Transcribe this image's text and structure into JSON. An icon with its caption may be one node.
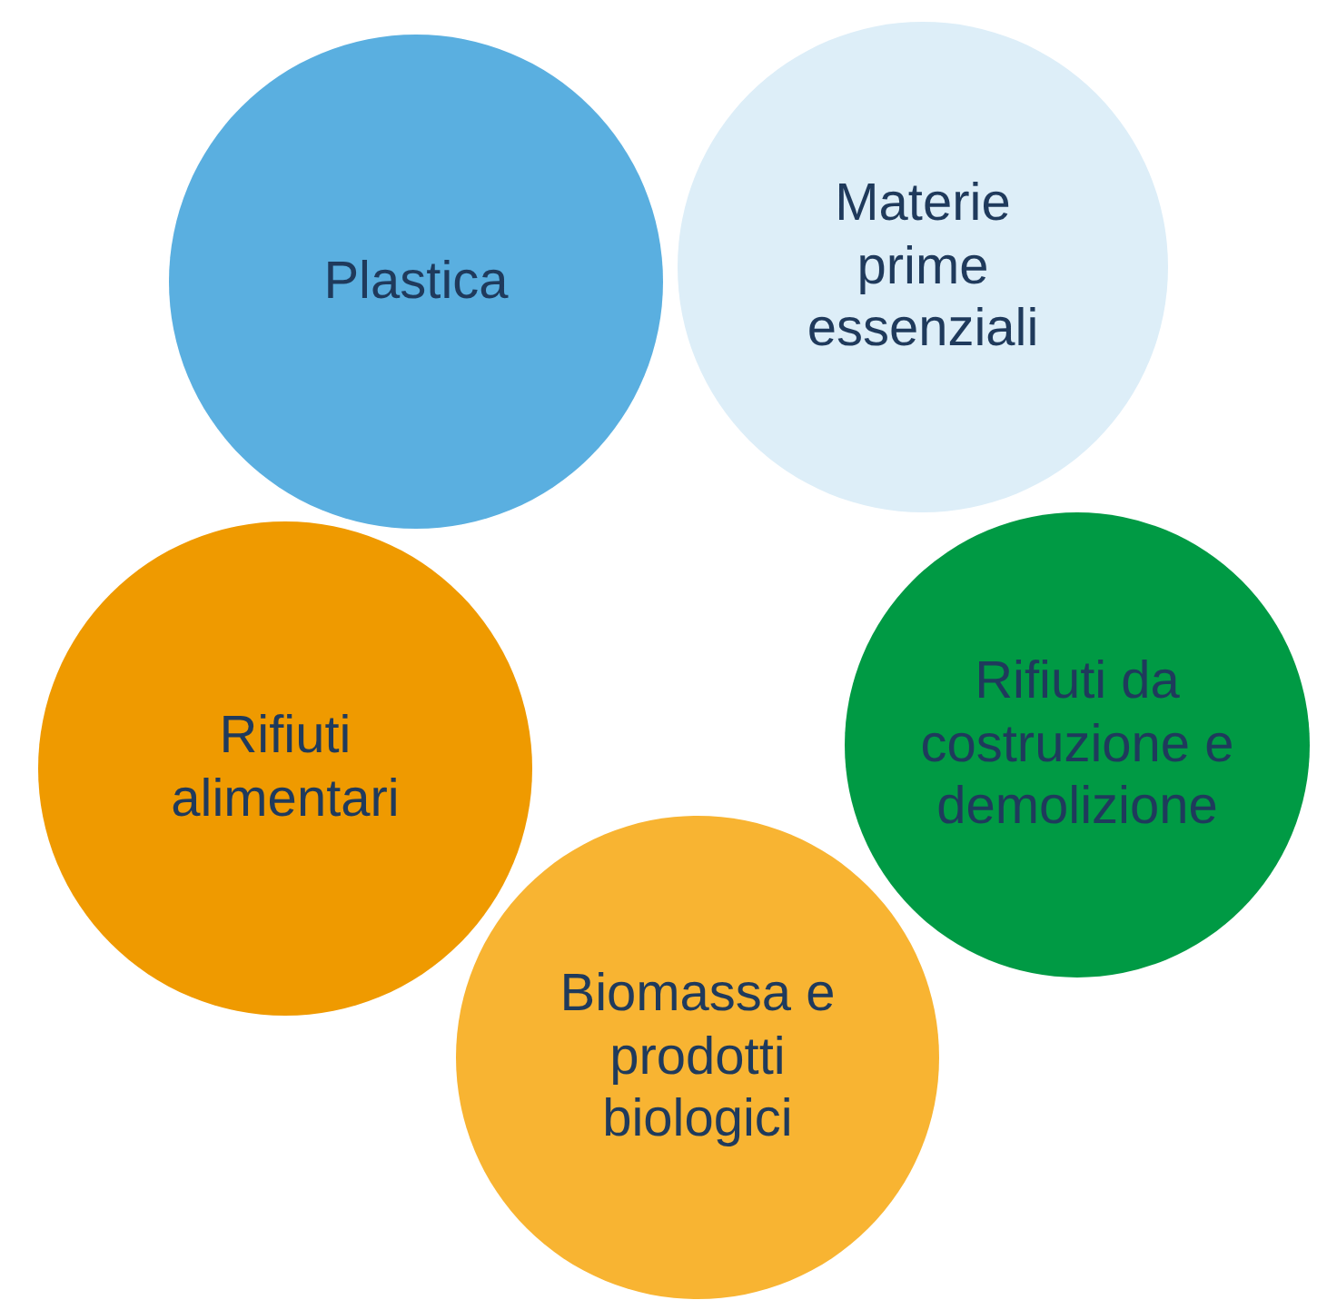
{
  "diagram": {
    "nodes": [
      {
        "text": [
          "Plastica"
        ]
      },
      {
        "text": [
          "Materie prime essenziali"
        ]
      },
      {
        "text": [
          "Rifiuti da costruzione e demolizione"
        ]
      },
      {
        "text": [
          "Rifiuti alimentari"
        ]
      },
      {
        "text": [
          "Biomassa e prodotti biologici"
        ]
      }
    ]
  }
}
